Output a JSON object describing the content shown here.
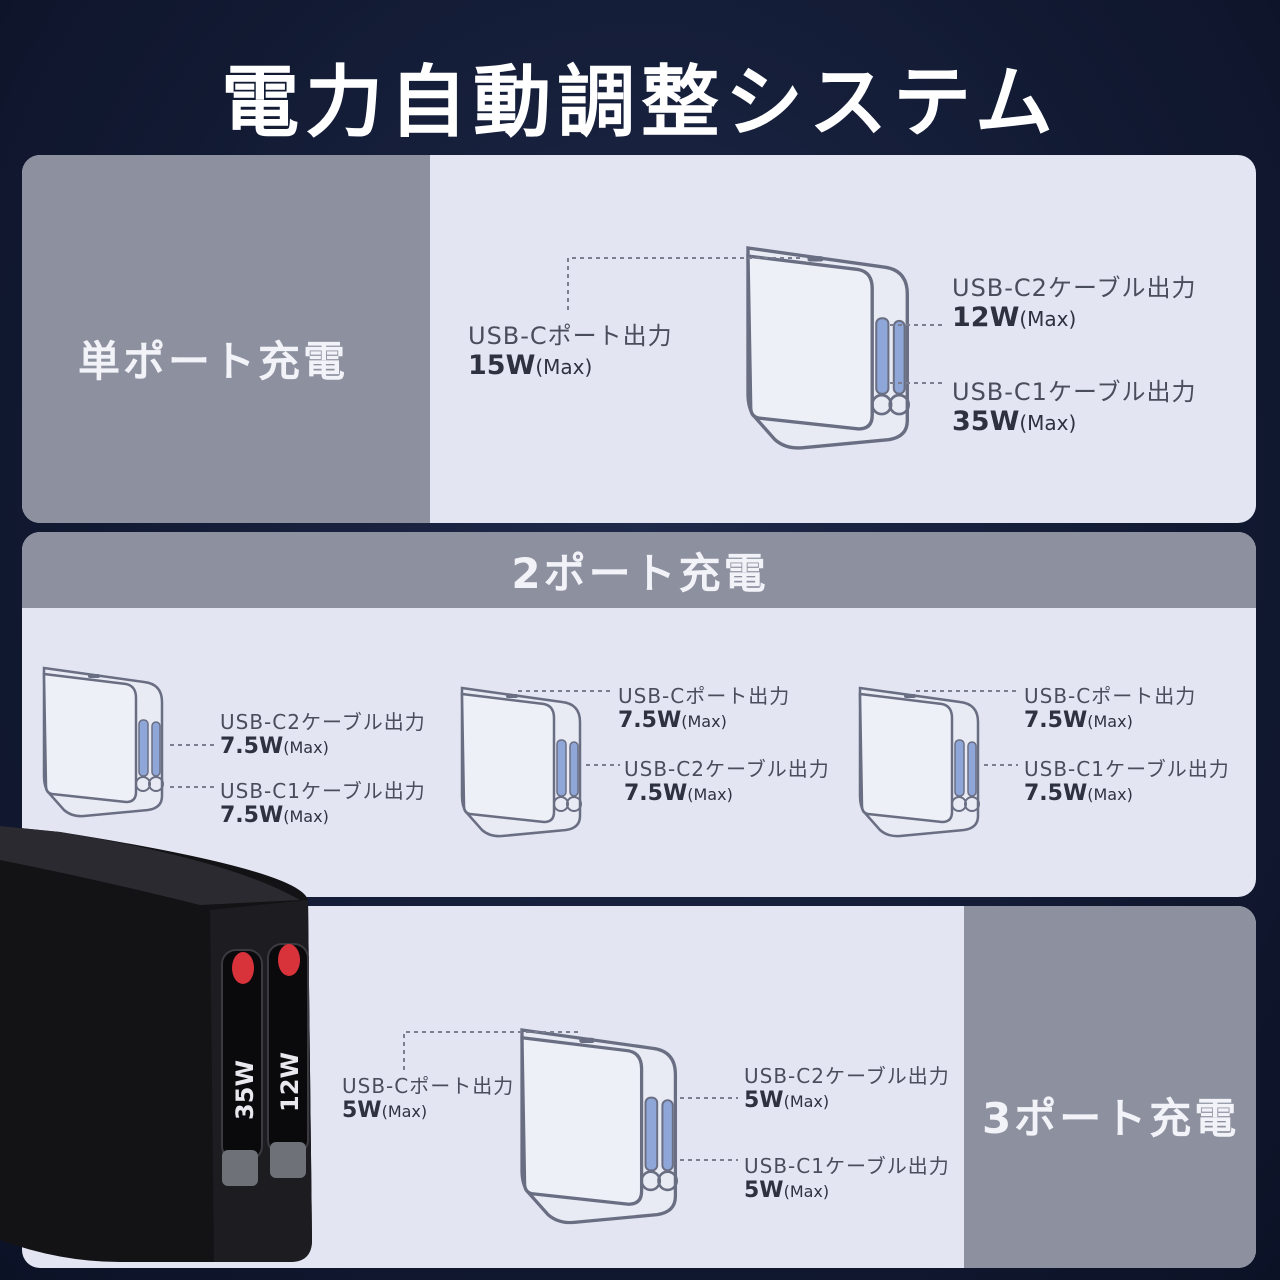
{
  "title": "電力自動調整システム",
  "single_port": {
    "mode_label": "単ポート充電",
    "usb_c": {
      "port": "USB-Cポート出力",
      "watt": "15W",
      "unit": "(Max)"
    },
    "usb_c2": {
      "port": "USB-C2ケーブル出力",
      "watt": "12W",
      "unit": "(Max)"
    },
    "usb_c1": {
      "port": "USB-C1ケーブル出力",
      "watt": "35W",
      "unit": "(Max)"
    }
  },
  "two_port": {
    "mode_label": "2ポート充電",
    "combos": [
      {
        "a": {
          "port": "USB-C2ケーブル出力",
          "watt": "7.5W",
          "unit": "(Max)"
        },
        "b": {
          "port": "USB-C1ケーブル出力",
          "watt": "7.5W",
          "unit": "(Max)"
        }
      },
      {
        "a": {
          "port": "USB-Cポート出力",
          "watt": "7.5W",
          "unit": "(Max)"
        },
        "b": {
          "port": "USB-C2ケーブル出力",
          "watt": "7.5W",
          "unit": "(Max)"
        }
      },
      {
        "a": {
          "port": "USB-Cポート出力",
          "watt": "7.5W",
          "unit": "(Max)"
        },
        "b": {
          "port": "USB-C1ケーブル出力",
          "watt": "7.5W",
          "unit": "(Max)"
        }
      }
    ]
  },
  "three_port": {
    "mode_label": "3ポート充電",
    "usb_c": {
      "port": "USB-Cポート出力",
      "watt": "5W",
      "unit": "(Max)"
    },
    "usb_c2": {
      "port": "USB-C2ケーブル出力",
      "watt": "5W",
      "unit": "(Max)"
    },
    "usb_c1": {
      "port": "USB-C1ケーブル出力",
      "watt": "5W",
      "unit": "(Max)"
    }
  },
  "product_labels": {
    "left_cable": "35W",
    "right_cable": "12W"
  },
  "colors": {
    "panel": "#e3e5f2",
    "panel_dark": "#8d909f",
    "background": "#141c36",
    "accent_red": "#d8323a",
    "cable_blue": "#8fa6d8"
  }
}
